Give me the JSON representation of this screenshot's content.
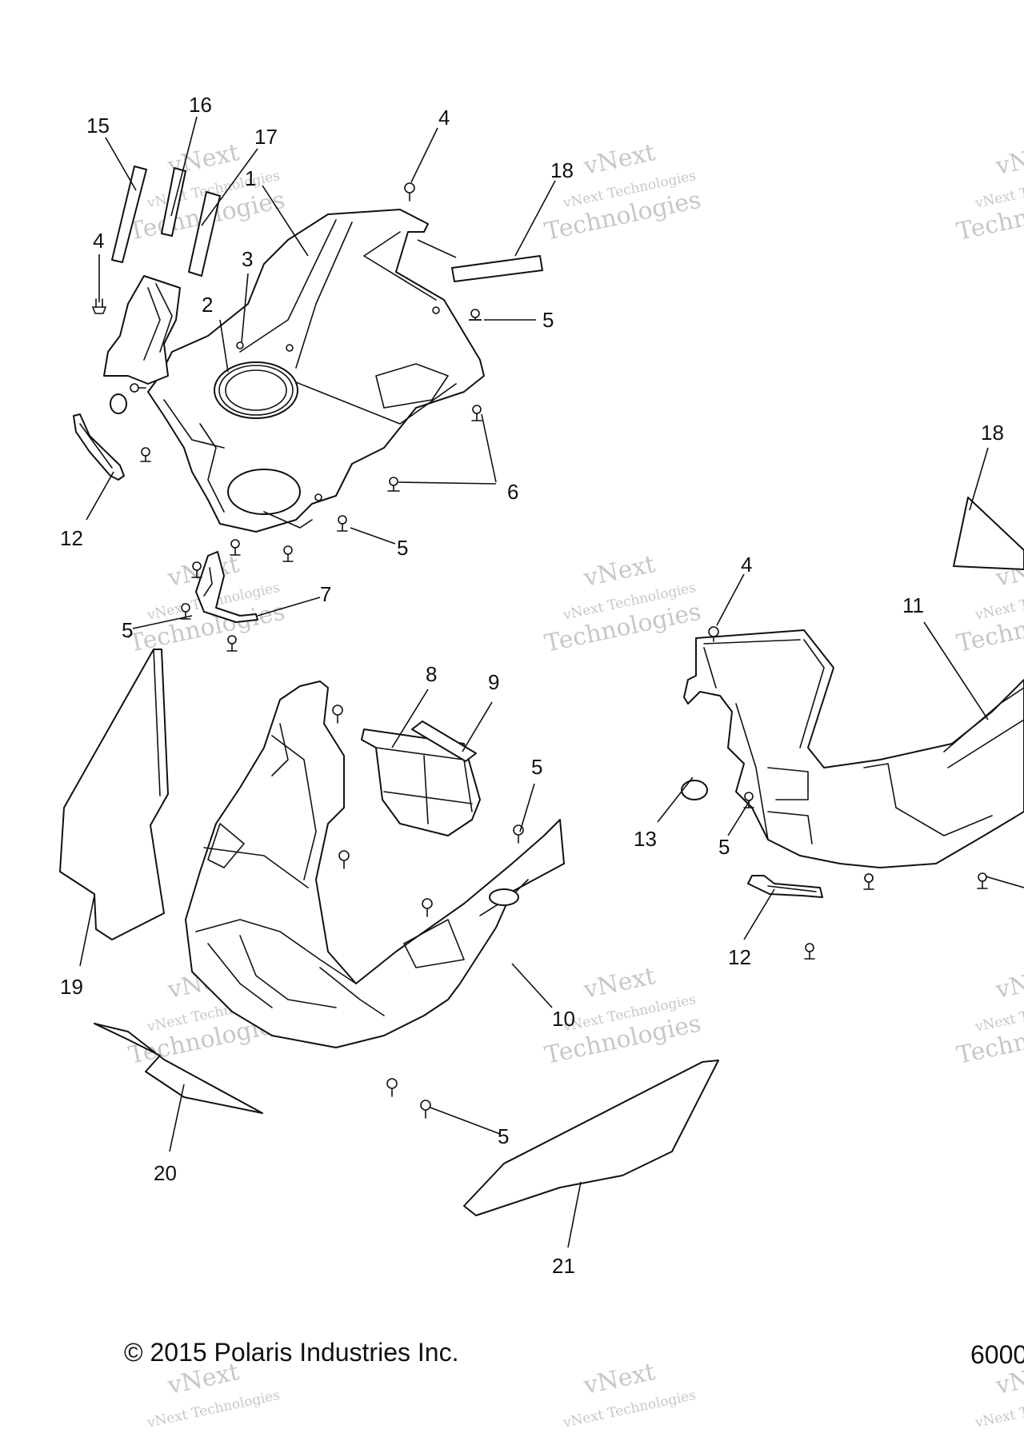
{
  "callouts": {
    "c1": "1",
    "c2": "2",
    "c3": "3",
    "c4a": "4",
    "c4b": "4",
    "c4c": "4",
    "c5a": "5",
    "c5b": "5",
    "c5c": "5",
    "c5d": "5",
    "c5e": "5",
    "c5f": "5",
    "c6": "6",
    "c7": "7",
    "c8": "8",
    "c9": "9",
    "c10": "10",
    "c11": "11",
    "c12a": "12",
    "c12b": "12",
    "c13": "13",
    "c15": "15",
    "c16": "16",
    "c17": "17",
    "c18a": "18",
    "c18b": "18",
    "c19": "19",
    "c20": "20",
    "c21": "21"
  },
  "footer": {
    "copyright": "© 2015 Polaris Industries Inc.",
    "diagram_number": "6000"
  },
  "watermark": {
    "line1": "vNext Technologies",
    "line2": "vNext",
    "line3": "Technologies"
  }
}
